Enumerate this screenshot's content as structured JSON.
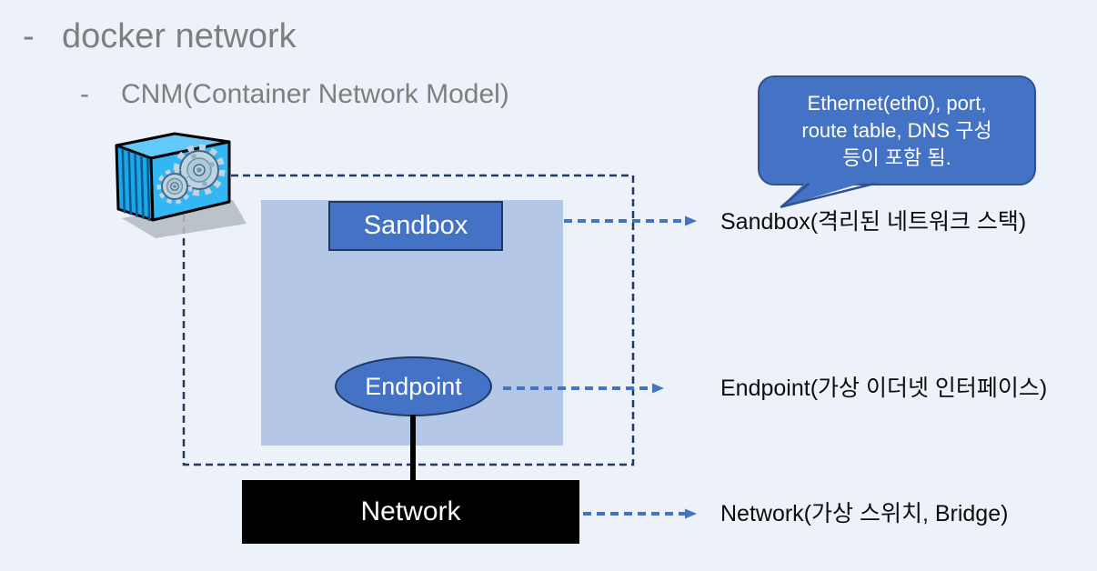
{
  "page": {
    "background": "#EDF1F9"
  },
  "headings": {
    "bullet": "-",
    "title": "docker network",
    "subtitle": "CNM(Container Network Model)",
    "text_color": "#7F7F7F"
  },
  "callout": {
    "line1": "Ethernet(eth0), port,",
    "line2": "route table, DNS 구성",
    "line3": "등이 포함 됨.",
    "fill": "#4472C4",
    "border": "#2F528F"
  },
  "diagram": {
    "sandbox_node": "Sandbox",
    "endpoint_node": "Endpoint",
    "network_node": "Network",
    "area_fill": "#B4C7E7",
    "node_fill": "#4472C4",
    "node_border": "#1F3864",
    "dashed_boundary_color": "#203864",
    "arrow_color": "#4472C4",
    "network_fill": "#000000",
    "connector_color": "#000000"
  },
  "annotations": {
    "sandbox": "Sandbox(격리된 네트워크 스택)",
    "endpoint": "Endpoint(가상 이더넷 인터페이스)",
    "network": "Network(가상 스위치, Bridge)"
  },
  "icons": {
    "container": "docker-container-icon"
  }
}
